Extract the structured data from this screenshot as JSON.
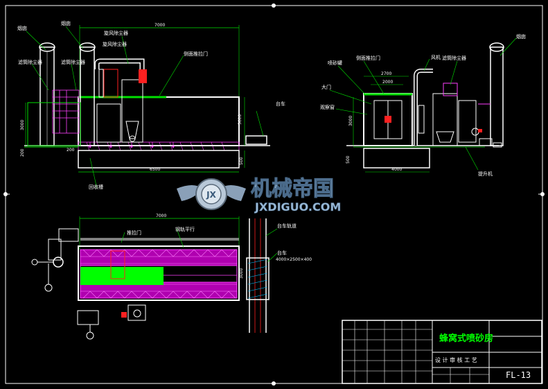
{
  "dimensions": {
    "front_top_length": "7000",
    "front_bottom_length": "6500",
    "front_height_left": "3000",
    "front_height_right": "3000",
    "front_pit_depth": "500",
    "front_base_left": "200",
    "side_top_width": "2700",
    "side_inner_width": "2000",
    "side_bottom_width": "4000",
    "side_height": "3000",
    "side_pit_depth": "500",
    "plan_length": "7000",
    "plan_width": "3000"
  },
  "labels": {
    "front_chimney_1": "烟囱",
    "front_chimney_2": "烟囱",
    "front_cyclone": "旋风除尘器",
    "front_filter_left": "滤筒除尘器",
    "front_filter_right": "滤筒除尘器",
    "front_door": "侧面推拉门",
    "front_car": "台车",
    "front_recycle": "回收槽",
    "side_sandtank": "喷砂罐",
    "side_door": "侧面推拉门",
    "side_fan": "风机",
    "side_bigdoor": "大门",
    "side_dust": "滤筒除尘器",
    "side_chimney": "烟囱",
    "side_view_window": "观察窗",
    "side_conveyor": "提升机",
    "plan_door": "推拉门",
    "plan_rail_note": "钢轨平行",
    "plan_car_rail": "台车轨道",
    "plan_car": "台车",
    "plan_car_size": "4000×2500×400"
  },
  "title_block": {
    "drawing_title": "蜂窝式喷砂房",
    "drawing_number": "FL-13",
    "row_text": "设 计 审 核  工 艺"
  },
  "watermark": {
    "cn": "机械帝国",
    "en": "JXDIGUO.COM",
    "logo_letters": "JX"
  }
}
